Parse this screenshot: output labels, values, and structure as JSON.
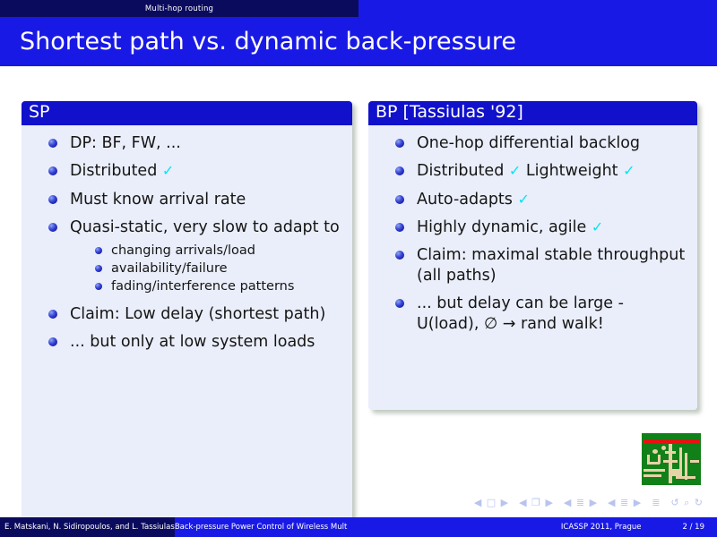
{
  "nav": {
    "section_label": "Multi-hop routing"
  },
  "title": {
    "text": "Shortest path vs. dynamic back-pressure"
  },
  "blocks": [
    {
      "id": "sp",
      "title": "SP",
      "items": [
        {
          "text": "DP: BF, FW, ..."
        },
        {
          "text": "Distributed ",
          "check": "✓"
        },
        {
          "text": "Must know arrival rate"
        },
        {
          "text": "Quasi-static, very slow to adapt to",
          "subitems": [
            {
              "text": "changing arrivals/load"
            },
            {
              "text": "availability/failure"
            },
            {
              "text": "fading/interference patterns"
            }
          ]
        },
        {
          "text": "Claim: Low delay (shortest path)"
        },
        {
          "text": "... but only at low system loads"
        }
      ]
    },
    {
      "id": "bp",
      "title": "BP [Tassiulas '92]",
      "items": [
        {
          "text": "One-hop differential backlog"
        },
        {
          "text": "Distributed ",
          "check": "✓",
          "text2": " Lightweight ",
          "check2": "✓"
        },
        {
          "text": "Auto-adapts ",
          "check": "✓"
        },
        {
          "text": "Highly dynamic, agile ",
          "check": "✓"
        },
        {
          "text": "Claim: maximal stable throughput (all paths)"
        },
        {
          "text": "... but delay can be large - U(load), ∅ → rand walk!"
        }
      ]
    }
  ],
  "nav_symbols": {
    "first_frame": "◀ □ ▶",
    "prev_frame": "◀ ❐ ▶",
    "prev_subsection": "◀ ≣ ▶",
    "prev_section": "◀ ≣ ▶",
    "doc": "≣",
    "back_find_forward": "↺ ⌕ ↻"
  },
  "logo": {
    "name": "circuit-board-logo",
    "bg_color": "#118018",
    "accent_color": "#e81010",
    "trace_color": "#e8d2a8"
  },
  "footer": {
    "authors": "E. Matskani, N. Sidiropoulos, and L. Tassiulas",
    "paper": "Back-pressure Power Control of Wireless Mult",
    "venue": "ICASSP 2011, Prague",
    "page": "2 / 19"
  },
  "colors": {
    "brand_blue": "#1919e6",
    "dark_navy": "#0b0b5e",
    "block_title_blue": "#1111cc",
    "block_body": "#eaeefa",
    "check_cyan": "#00e5f5"
  }
}
